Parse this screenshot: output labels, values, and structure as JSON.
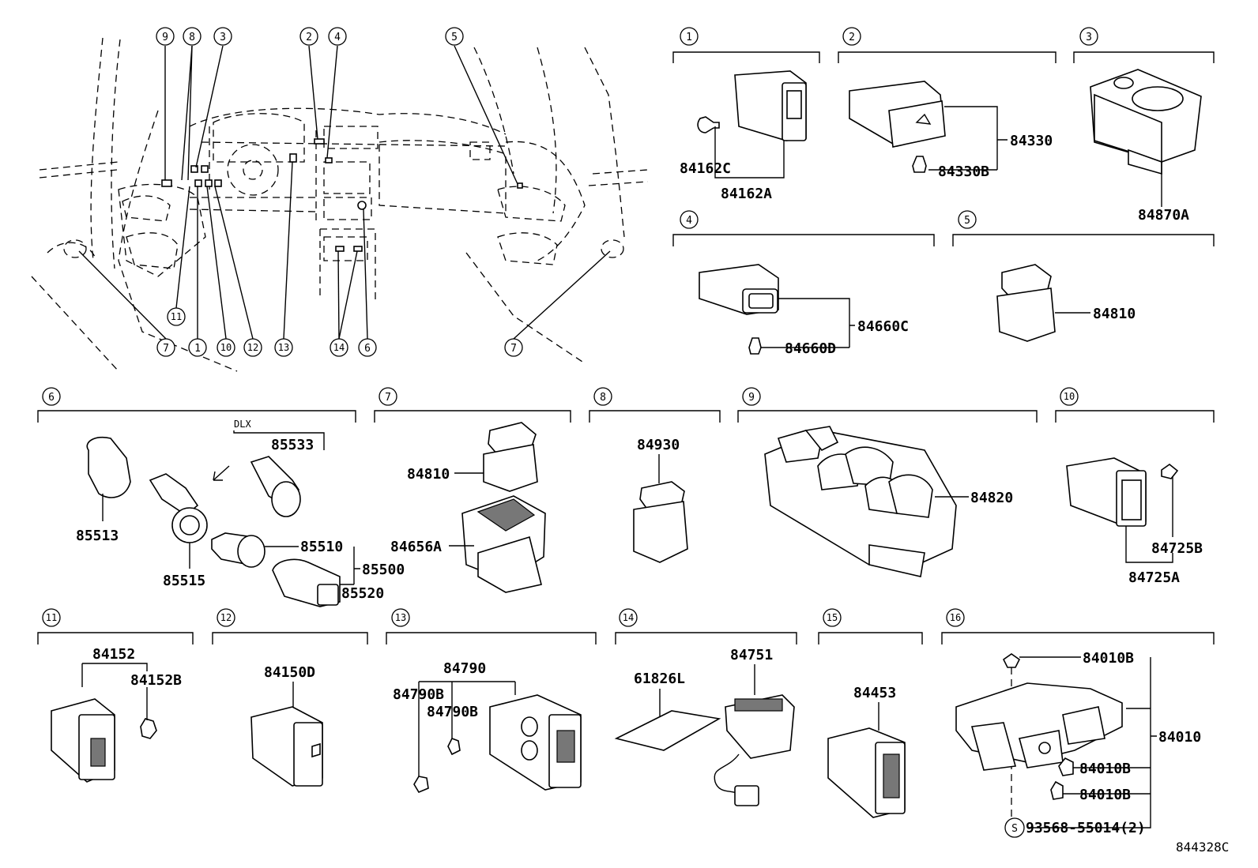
{
  "diagram": {
    "ref_code": "844328C",
    "overview_callouts": [
      "9",
      "8",
      "3",
      "2",
      "4",
      "5",
      "11",
      "7",
      "1",
      "10",
      "12",
      "13",
      "14",
      "6",
      "7"
    ],
    "sections": [
      {
        "id": "1",
        "parts": [
          "84162C",
          "84162A"
        ]
      },
      {
        "id": "2",
        "parts": [
          "84330",
          "84330B"
        ]
      },
      {
        "id": "3",
        "parts": [
          "84870A"
        ]
      },
      {
        "id": "4",
        "parts": [
          "84660C",
          "84660D"
        ]
      },
      {
        "id": "5",
        "parts": [
          "84810"
        ]
      },
      {
        "id": "6",
        "parts": [
          "85533",
          "85513",
          "85510",
          "85500",
          "85520",
          "85515"
        ],
        "variant_label": "DLX"
      },
      {
        "id": "7",
        "parts": [
          "84810",
          "84656A"
        ]
      },
      {
        "id": "8",
        "parts": [
          "84930"
        ]
      },
      {
        "id": "9",
        "parts": [
          "84820"
        ]
      },
      {
        "id": "10",
        "parts": [
          "84725B",
          "84725A"
        ]
      },
      {
        "id": "11",
        "parts": [
          "84152",
          "84152B"
        ]
      },
      {
        "id": "12",
        "parts": [
          "84150D"
        ]
      },
      {
        "id": "13",
        "parts": [
          "84790",
          "84790B",
          "84790B"
        ]
      },
      {
        "id": "14",
        "parts": [
          "84751",
          "61826L"
        ]
      },
      {
        "id": "15",
        "parts": [
          "84453"
        ]
      },
      {
        "id": "16",
        "parts": [
          "84010B",
          "84010",
          "84010B",
          "84010B"
        ],
        "screw_symbol": "S",
        "screw_part": "93568-55014(2)"
      }
    ]
  }
}
